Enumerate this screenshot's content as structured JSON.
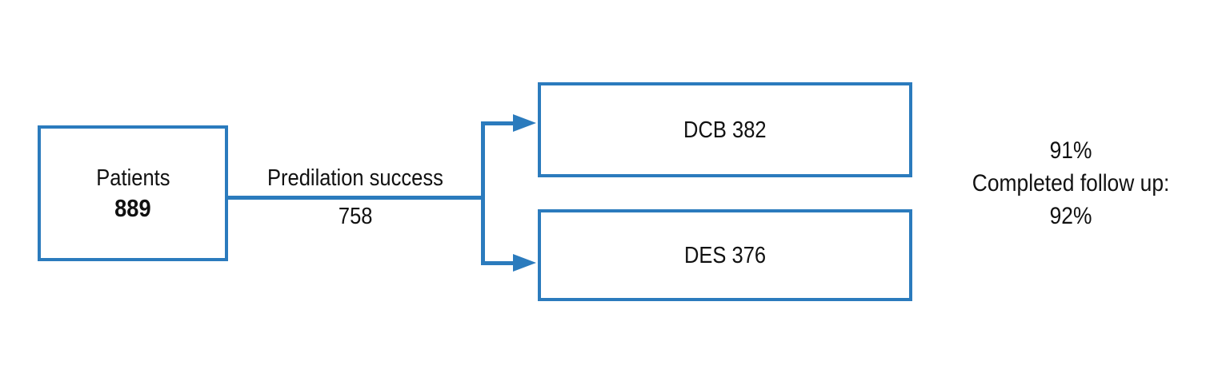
{
  "colors": {
    "accent": "#2b7bbd",
    "text": "#111111",
    "background": "#ffffff"
  },
  "diagram": {
    "patients_box": {
      "label": "Patients",
      "count": "889"
    },
    "connector": {
      "label": "Predilation success",
      "count": "758"
    },
    "dcb_box": {
      "label": "DCB 382"
    },
    "des_box": {
      "label": "DES 376"
    },
    "followup_note": {
      "line1": "91%",
      "line2": "Completed follow up:",
      "line3": "92%"
    }
  }
}
